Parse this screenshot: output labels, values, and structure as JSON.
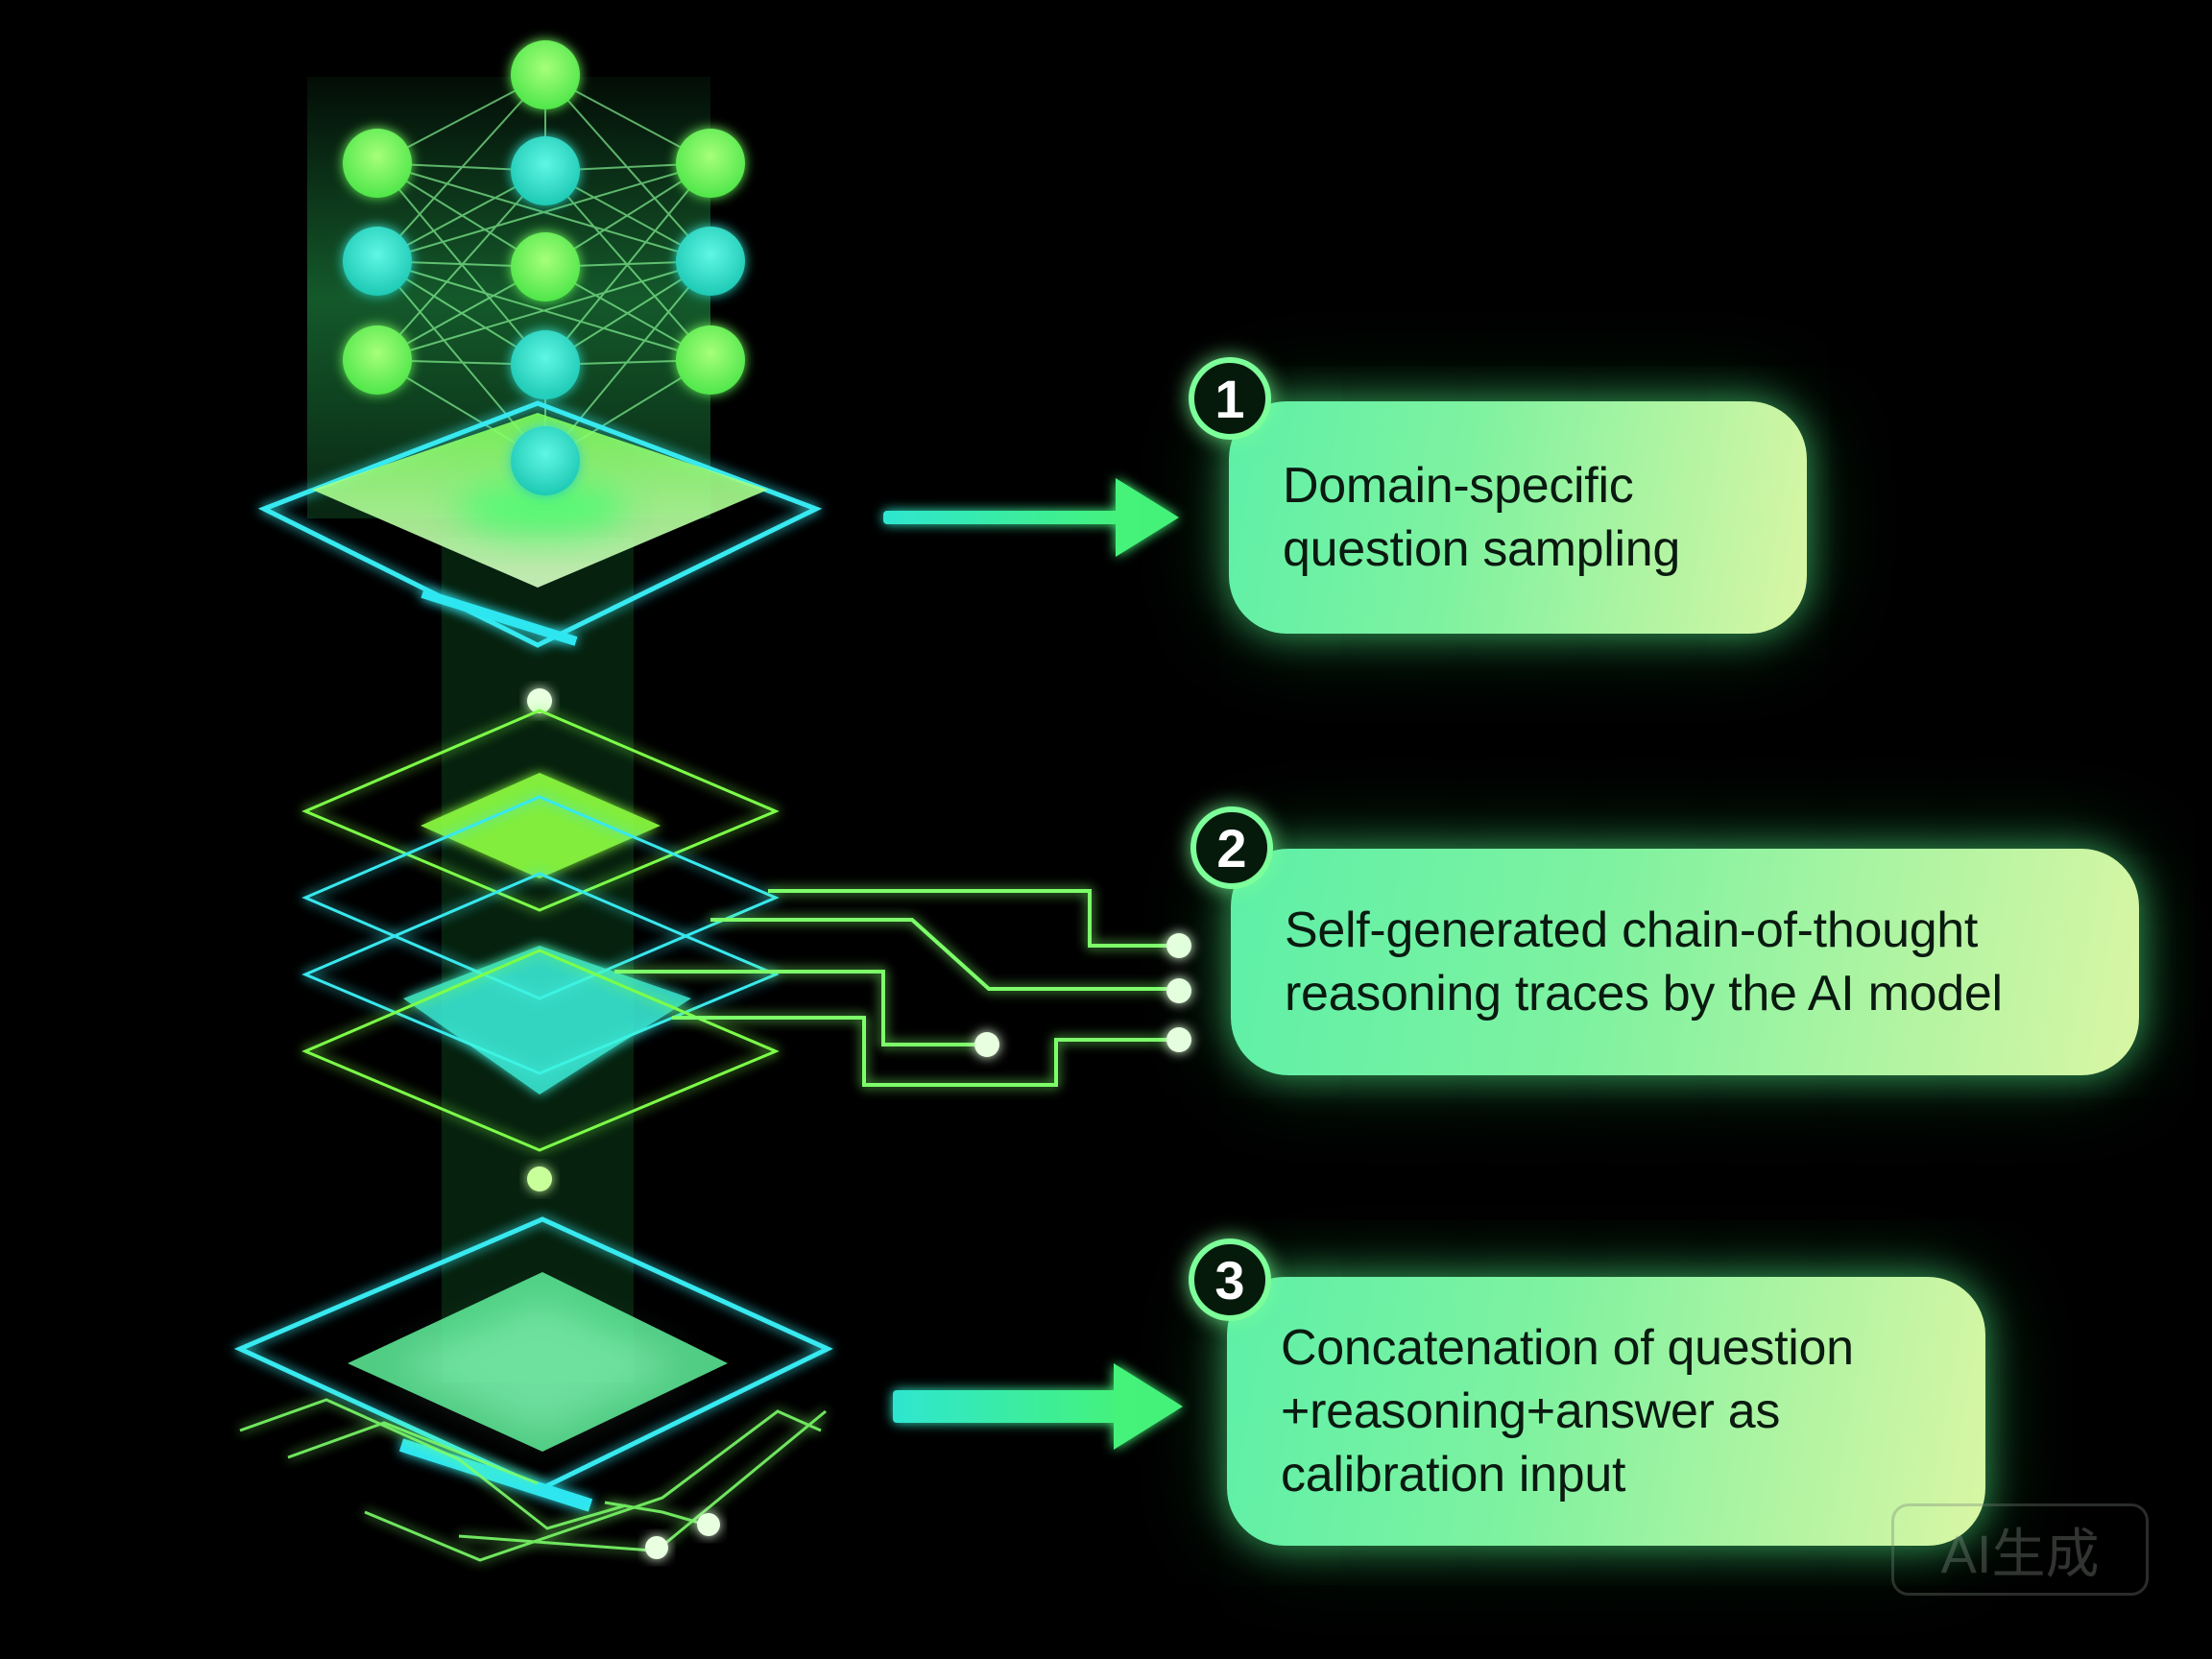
{
  "steps": [
    {
      "number": "1",
      "text": "Domain-specific\nquestion sampling"
    },
    {
      "number": "2",
      "text": "Self-generated chain-of-thought\nreasoning traces by the AI model"
    },
    {
      "number": "3",
      "text": "Concatenation of question\n+reasoning+answer as\ncalibration input"
    }
  ],
  "watermark": "AI生成",
  "colors": {
    "background": "#000000",
    "green": "#7dff6a",
    "cyan": "#2ef0d0",
    "card_start": "#5ef0a8",
    "card_end": "#d9f6a4"
  },
  "icons": [
    "neural-network-icon",
    "layer-stack-icon",
    "circuit-board-icon",
    "arrow-right-icon"
  ]
}
